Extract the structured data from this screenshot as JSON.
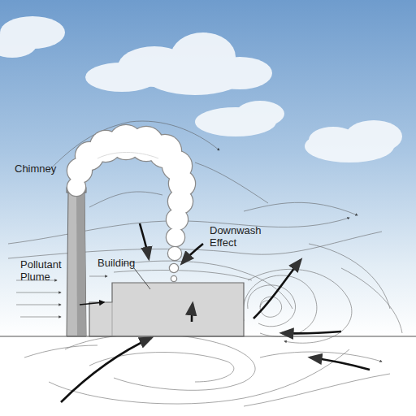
{
  "diagram": {
    "labels": [
      "Chimney",
      "Pollutant Plume",
      "Building",
      "Downwash Effect"
    ]
  }
}
